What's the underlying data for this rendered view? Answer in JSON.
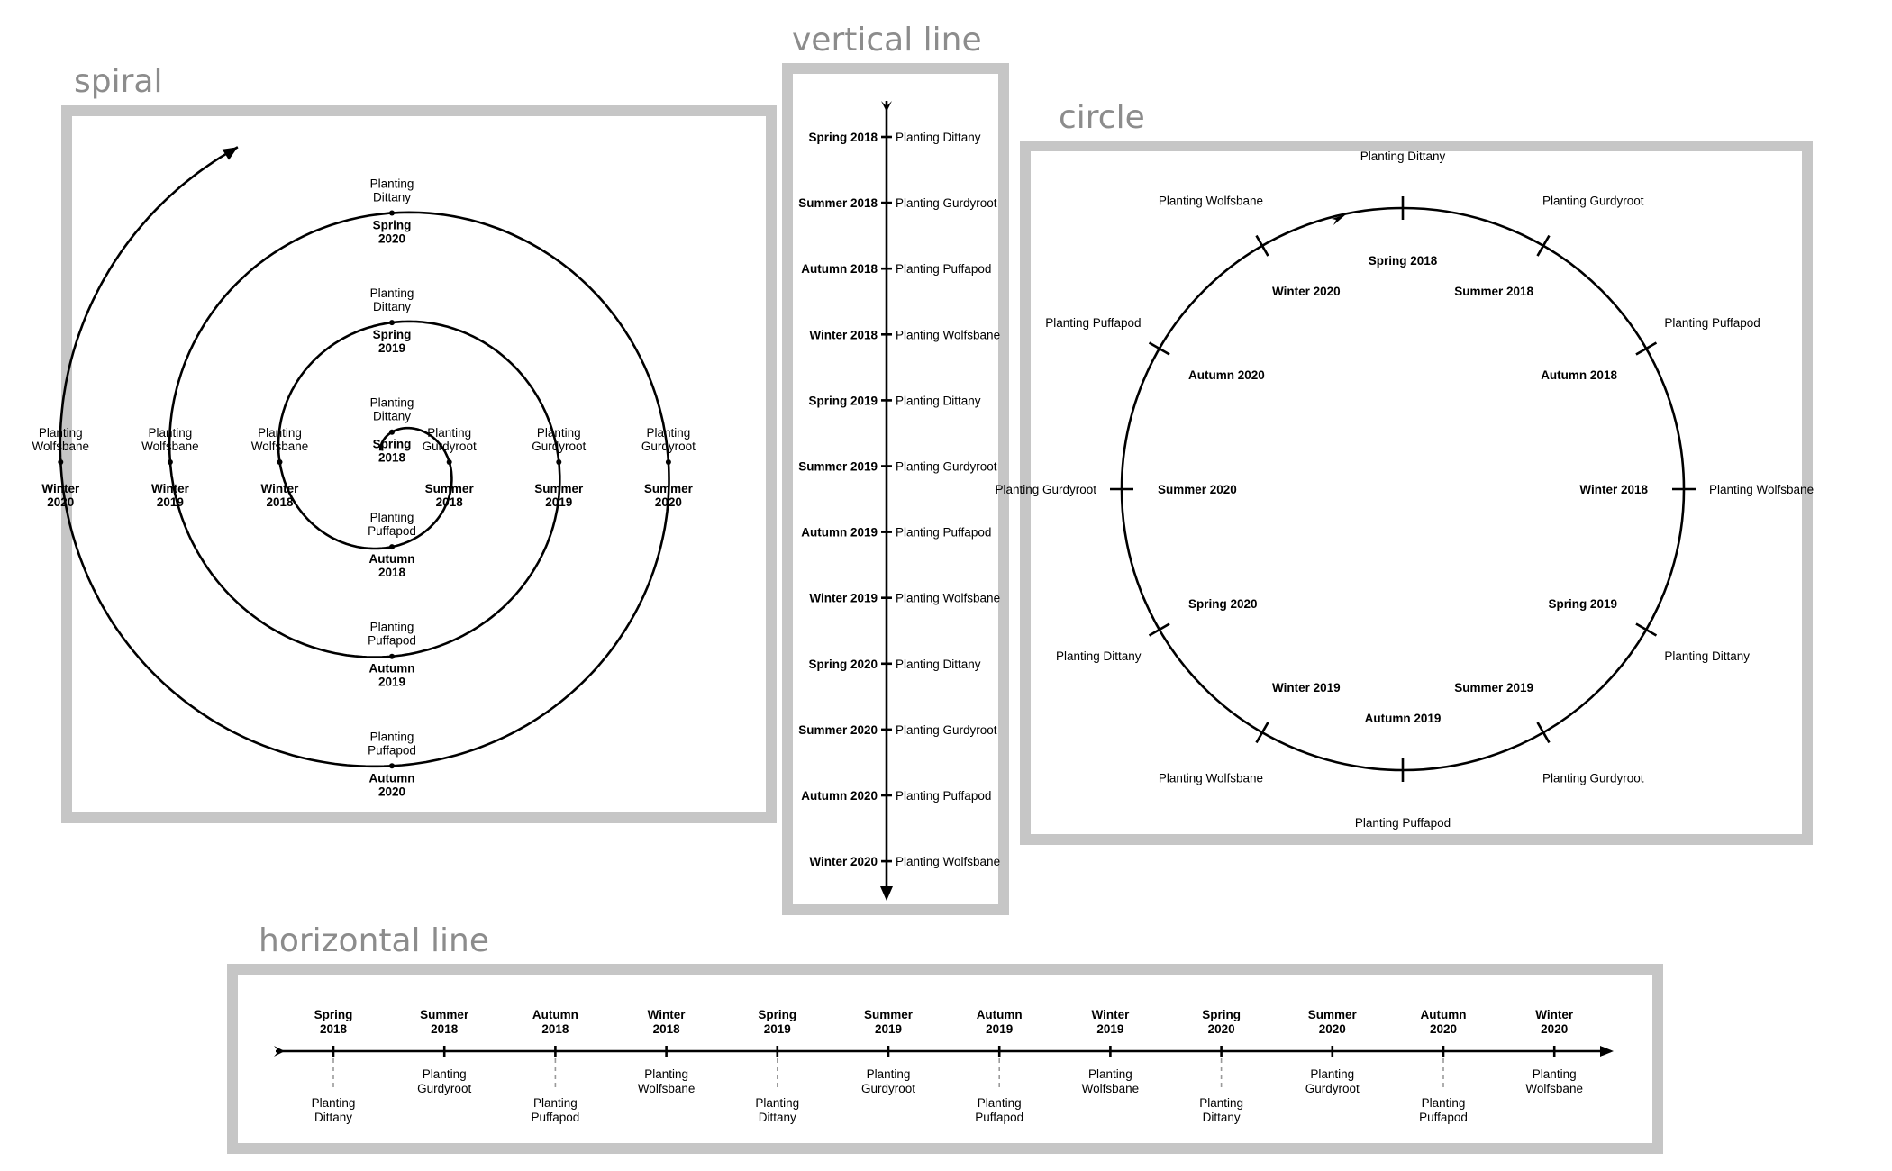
{
  "panels": {
    "spiral": {
      "title": "spiral"
    },
    "vertical": {
      "title": "vertical line"
    },
    "circle": {
      "title": "circle"
    },
    "horizontal": {
      "title": "horizontal line"
    }
  },
  "colors": {
    "frame": "#c6c6c6",
    "title": "#8c8c8c",
    "line": "#000000",
    "dash": "#9a9a9a"
  },
  "timeline": [
    {
      "season": "Spring",
      "year": "2018",
      "label": "Spring 2018",
      "event_line1": "Planting",
      "event_line2": "Dittany",
      "event": "Planting Dittany"
    },
    {
      "season": "Summer",
      "year": "2018",
      "label": "Summer 2018",
      "event_line1": "Planting",
      "event_line2": "Gurdyroot",
      "event": "Planting Gurdyroot"
    },
    {
      "season": "Autumn",
      "year": "2018",
      "label": "Autumn 2018",
      "event_line1": "Planting",
      "event_line2": "Puffapod",
      "event": "Planting Puffapod"
    },
    {
      "season": "Winter",
      "year": "2018",
      "label": "Winter 2018",
      "event_line1": "Planting",
      "event_line2": "Wolfsbane",
      "event": "Planting Wolfsbane"
    },
    {
      "season": "Spring",
      "year": "2019",
      "label": "Spring 2019",
      "event_line1": "Planting",
      "event_line2": "Dittany",
      "event": "Planting Dittany"
    },
    {
      "season": "Summer",
      "year": "2019",
      "label": "Summer 2019",
      "event_line1": "Planting",
      "event_line2": "Gurdyroot",
      "event": "Planting Gurdyroot"
    },
    {
      "season": "Autumn",
      "year": "2019",
      "label": "Autumn 2019",
      "event_line1": "Planting",
      "event_line2": "Puffapod",
      "event": "Planting Puffapod"
    },
    {
      "season": "Winter",
      "year": "2019",
      "label": "Winter 2019",
      "event_line1": "Planting",
      "event_line2": "Wolfsbane",
      "event": "Planting Wolfsbane"
    },
    {
      "season": "Spring",
      "year": "2020",
      "label": "Spring 2020",
      "event_line1": "Planting",
      "event_line2": "Dittany",
      "event": "Planting Dittany"
    },
    {
      "season": "Summer",
      "year": "2020",
      "label": "Summer 2020",
      "event_line1": "Planting",
      "event_line2": "Gurdyroot",
      "event": "Planting Gurdyroot"
    },
    {
      "season": "Autumn",
      "year": "2020",
      "label": "Autumn 2020",
      "event_line1": "Planting",
      "event_line2": "Puffapod",
      "event": "Planting Puffapod"
    },
    {
      "season": "Winter",
      "year": "2020",
      "label": "Winter 2020",
      "event_line1": "Planting",
      "event_line2": "Wolfsbane",
      "event": "Planting Wolfsbane"
    }
  ]
}
